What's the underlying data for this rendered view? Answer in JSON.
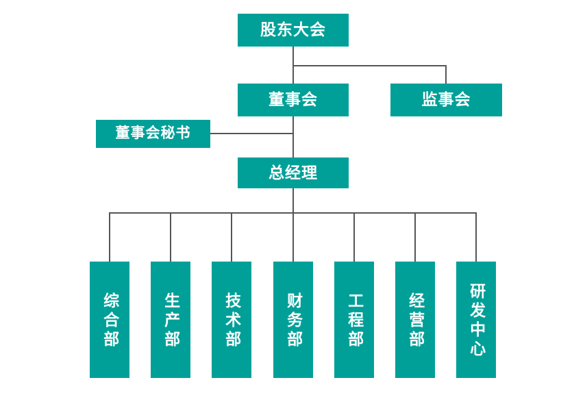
{
  "chart_data": {
    "type": "diagram",
    "title": "",
    "diagram_kind": "organization-chart",
    "orientation": "top-down",
    "colors": {
      "node_fill": "#00a099",
      "node_text": "#ffffff",
      "connector": "#555555",
      "background": "#ffffff"
    },
    "levels": [
      {
        "level": 1,
        "nodes": [
          "shareholders_meeting"
        ]
      },
      {
        "level": 2,
        "nodes": [
          "board_of_directors",
          "board_of_supervisors"
        ]
      },
      {
        "level": 3,
        "nodes": [
          "board_secretary",
          "general_manager"
        ]
      },
      {
        "level": 4,
        "nodes": [
          "general_affairs",
          "production",
          "technology",
          "finance",
          "engineering",
          "operations",
          "rnd_center"
        ]
      }
    ],
    "edges": [
      {
        "from": "shareholders_meeting",
        "to": "board_of_directors"
      },
      {
        "from": "shareholders_meeting",
        "to": "board_of_supervisors"
      },
      {
        "from": "board_of_directors",
        "to": "board_secretary"
      },
      {
        "from": "board_of_directors",
        "to": "general_manager"
      },
      {
        "from": "general_manager",
        "to": "general_affairs"
      },
      {
        "from": "general_manager",
        "to": "production"
      },
      {
        "from": "general_manager",
        "to": "technology"
      },
      {
        "from": "general_manager",
        "to": "finance"
      },
      {
        "from": "general_manager",
        "to": "engineering"
      },
      {
        "from": "general_manager",
        "to": "operations"
      },
      {
        "from": "general_manager",
        "to": "rnd_center"
      }
    ]
  },
  "nodes": {
    "shareholders_meeting": {
      "label": "股东大会"
    },
    "board_of_directors": {
      "label": "董事会"
    },
    "board_of_supervisors": {
      "label": "监事会"
    },
    "board_secretary": {
      "label": "董事会秘书"
    },
    "general_manager": {
      "label": "总经理"
    }
  },
  "departments": [
    {
      "label": "综合部"
    },
    {
      "label": "生产部"
    },
    {
      "label": "技术部"
    },
    {
      "label": "财务部"
    },
    {
      "label": "工程部"
    },
    {
      "label": "经营部"
    },
    {
      "label": "研发中心"
    }
  ]
}
